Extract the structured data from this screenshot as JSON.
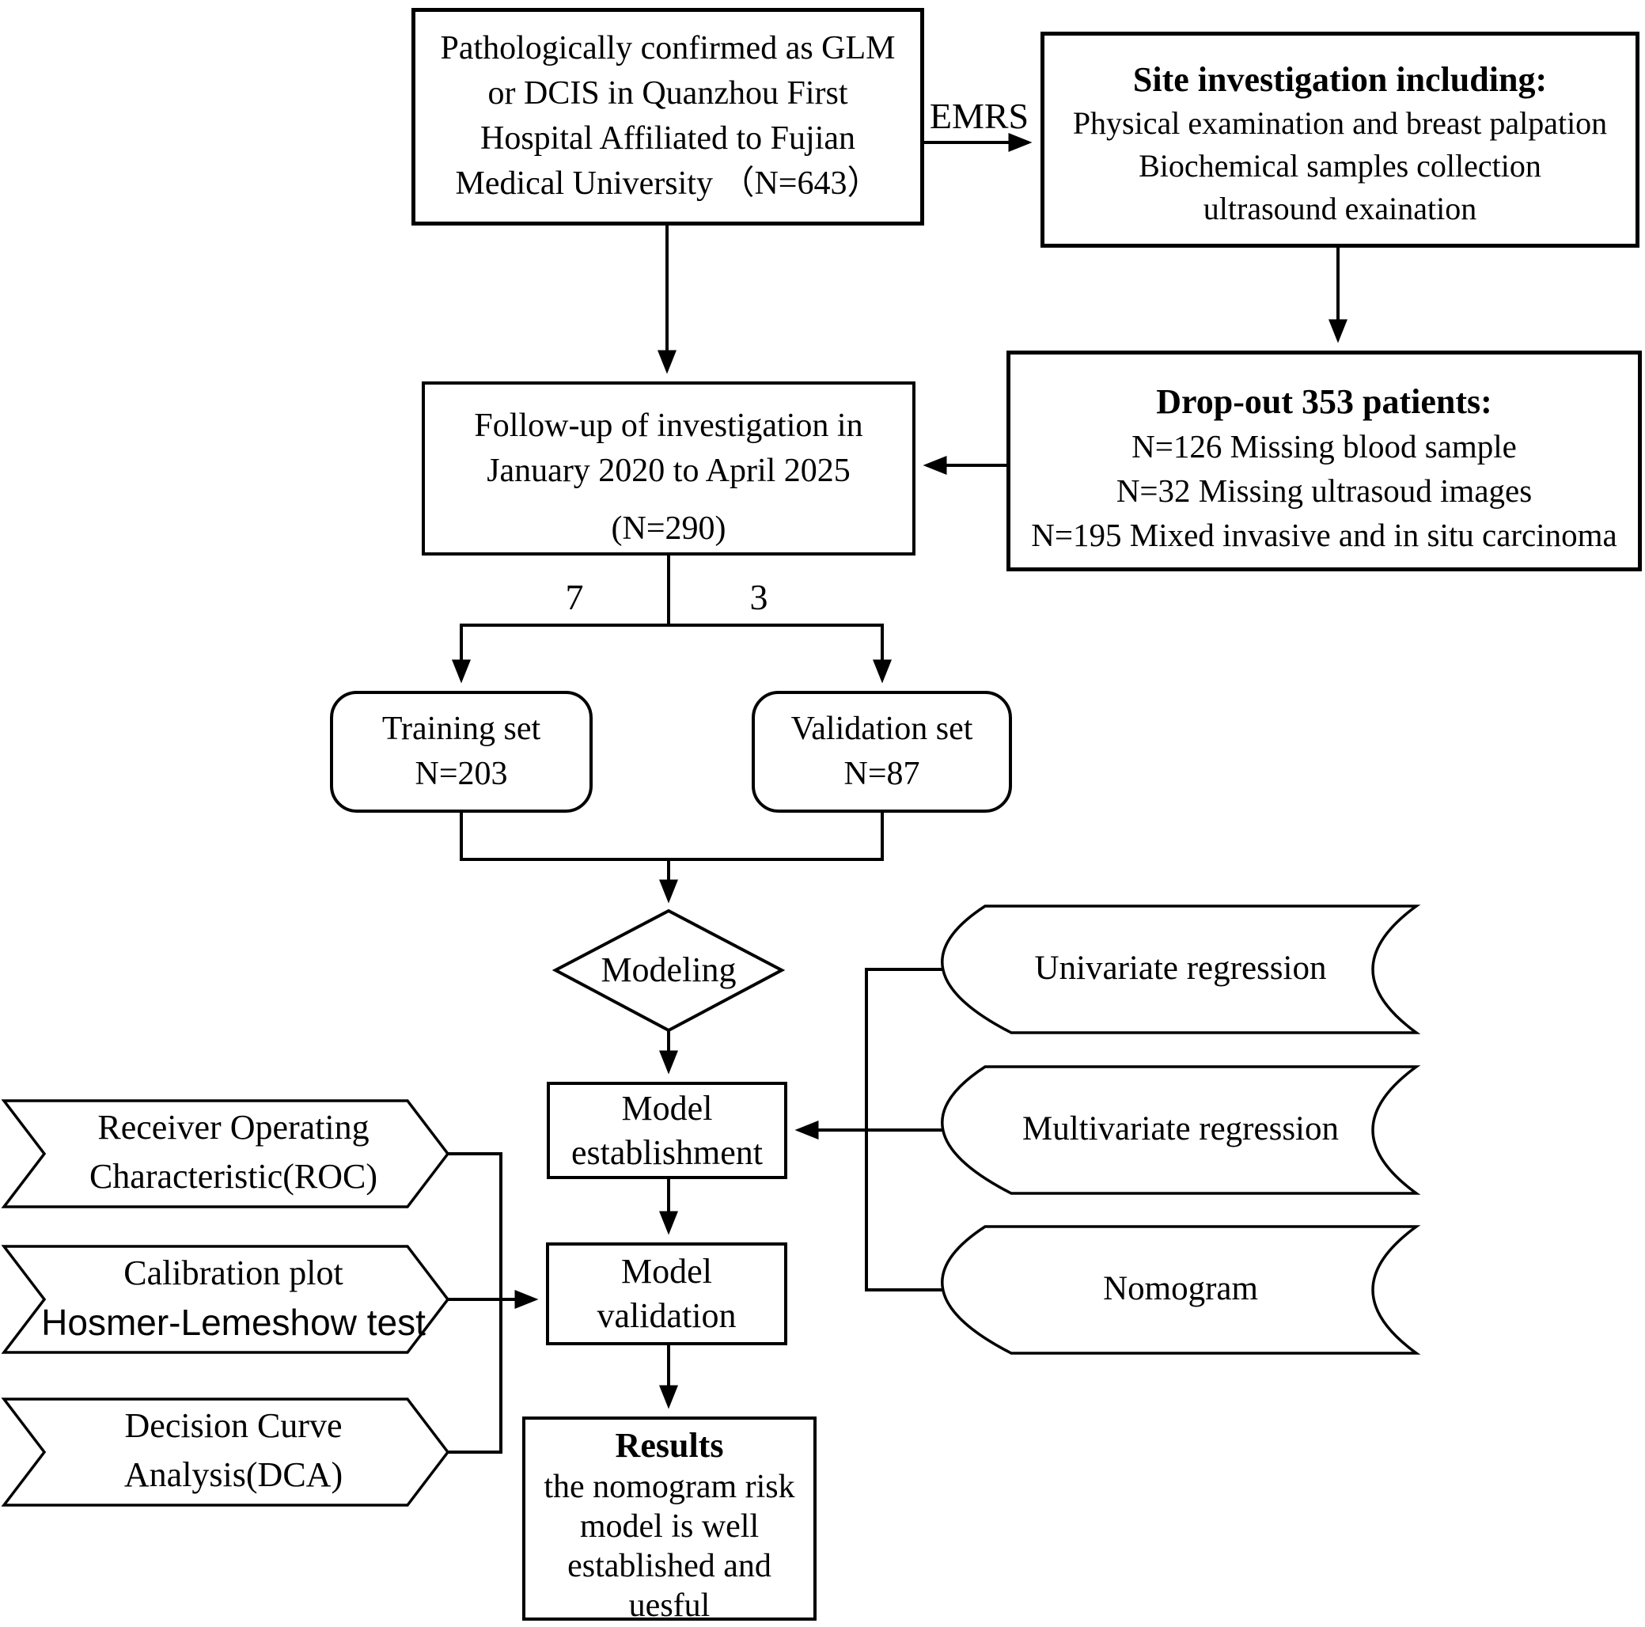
{
  "figure": {
    "type": "flowchart",
    "description": "Patient enrollment and nomogram model development flow diagram"
  },
  "colors": {
    "stroke": "#000000",
    "fill": "#ffffff",
    "text": "#000000"
  },
  "nodes": {
    "confirmed": {
      "lines": [
        "Pathologically confirmed as GLM",
        "or DCIS in Quanzhou First",
        "Hospital Affiliated to Fujian",
        "Medical University （N=643）"
      ]
    },
    "site_investigation": {
      "title": "Site investigation including:",
      "lines": [
        "Physical examination and breast palpation",
        "Biochemical samples collection",
        "ultrasound exaination"
      ]
    },
    "drop_out": {
      "title": "Drop-out 353 patients:",
      "lines": [
        "N=126 Missing blood sample",
        "N=32 Missing ultrasoud images",
        "N=195 Mixed invasive and in situ carcinoma"
      ]
    },
    "follow_up": {
      "lines": [
        "Follow-up of investigation in",
        "January 2020 to April 2025"
      ],
      "n": "(N=290)"
    },
    "training_set": {
      "lines": [
        "Training set",
        "N=203"
      ]
    },
    "validation_set": {
      "lines": [
        "Validation set",
        "N=87"
      ]
    },
    "modeling": {
      "label": "Modeling"
    },
    "model_establishment": {
      "lines": [
        "Model",
        "establishment"
      ]
    },
    "model_validation": {
      "lines": [
        "Model",
        "validation"
      ]
    },
    "results": {
      "title": "Results",
      "lines": [
        "the nomogram risk",
        "model is well",
        "established and",
        "uesful"
      ]
    },
    "univariate": {
      "label": "Univariate regression"
    },
    "multivariate": {
      "label": "Multivariate regression"
    },
    "nomogram": {
      "label": "Nomogram"
    },
    "roc": {
      "lines": [
        "Receiver Operating",
        "Characteristic(ROC)"
      ]
    },
    "calibration": {
      "lines": [
        "Calibration plot",
        "Hosmer-Lemeshow test"
      ]
    },
    "dca": {
      "lines": [
        "Decision Curve",
        "Analysis(DCA)"
      ]
    }
  },
  "edge_labels": {
    "emrs": "EMRS",
    "split_left": "7",
    "split_right": "3"
  }
}
